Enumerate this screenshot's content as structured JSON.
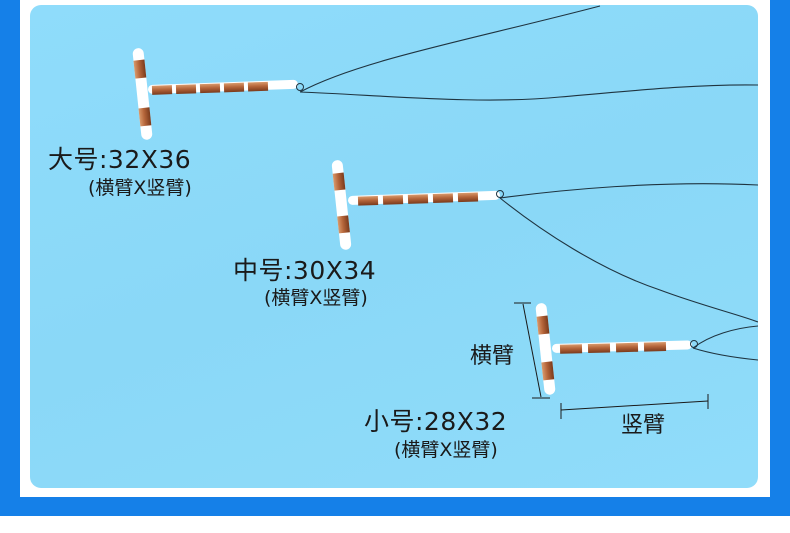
{
  "colors": {
    "outer_band": "#1580e8",
    "frame": "#ffffff",
    "photo_background": "#8ad8f7",
    "copper": "#b5653a",
    "plastic": "#ffffff",
    "string": "#1f3440",
    "text": "#1a1a1a"
  },
  "sizes": [
    {
      "name": "large",
      "label": "大号:32X36",
      "sub_label": "(横臂X竖臂)"
    },
    {
      "name": "medium",
      "label": "中号:30X34",
      "sub_label": "(横臂X竖臂)"
    },
    {
      "name": "small",
      "label": "小号:28X32",
      "sub_label": "(横臂X竖臂)"
    }
  ],
  "annotations": {
    "horizontal_arm": "横臂",
    "vertical_arm": "竖臂"
  }
}
